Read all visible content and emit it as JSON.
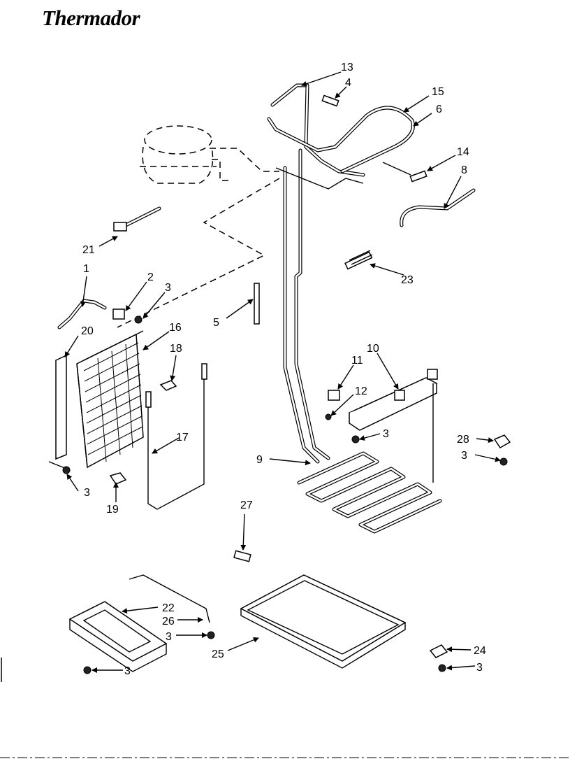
{
  "header": {
    "brand": "Thermador"
  },
  "callouts": {
    "c1": "1",
    "c2": "2",
    "c3a": "3",
    "c3b": "3",
    "c3c": "3",
    "c3d": "3",
    "c3e": "3",
    "c3f": "3",
    "c3g": "3",
    "c4": "4",
    "c5": "5",
    "c6": "6",
    "c8": "8",
    "c9": "9",
    "c10": "10",
    "c11": "11",
    "c12": "12",
    "c13": "13",
    "c14": "14",
    "c15": "15",
    "c16": "16",
    "c17": "17",
    "c18": "18",
    "c19": "19",
    "c20": "20",
    "c21": "21",
    "c22": "22",
    "c23": "23",
    "c24": "24",
    "c25": "25",
    "c26": "26",
    "c27": "27",
    "c28": "28"
  }
}
